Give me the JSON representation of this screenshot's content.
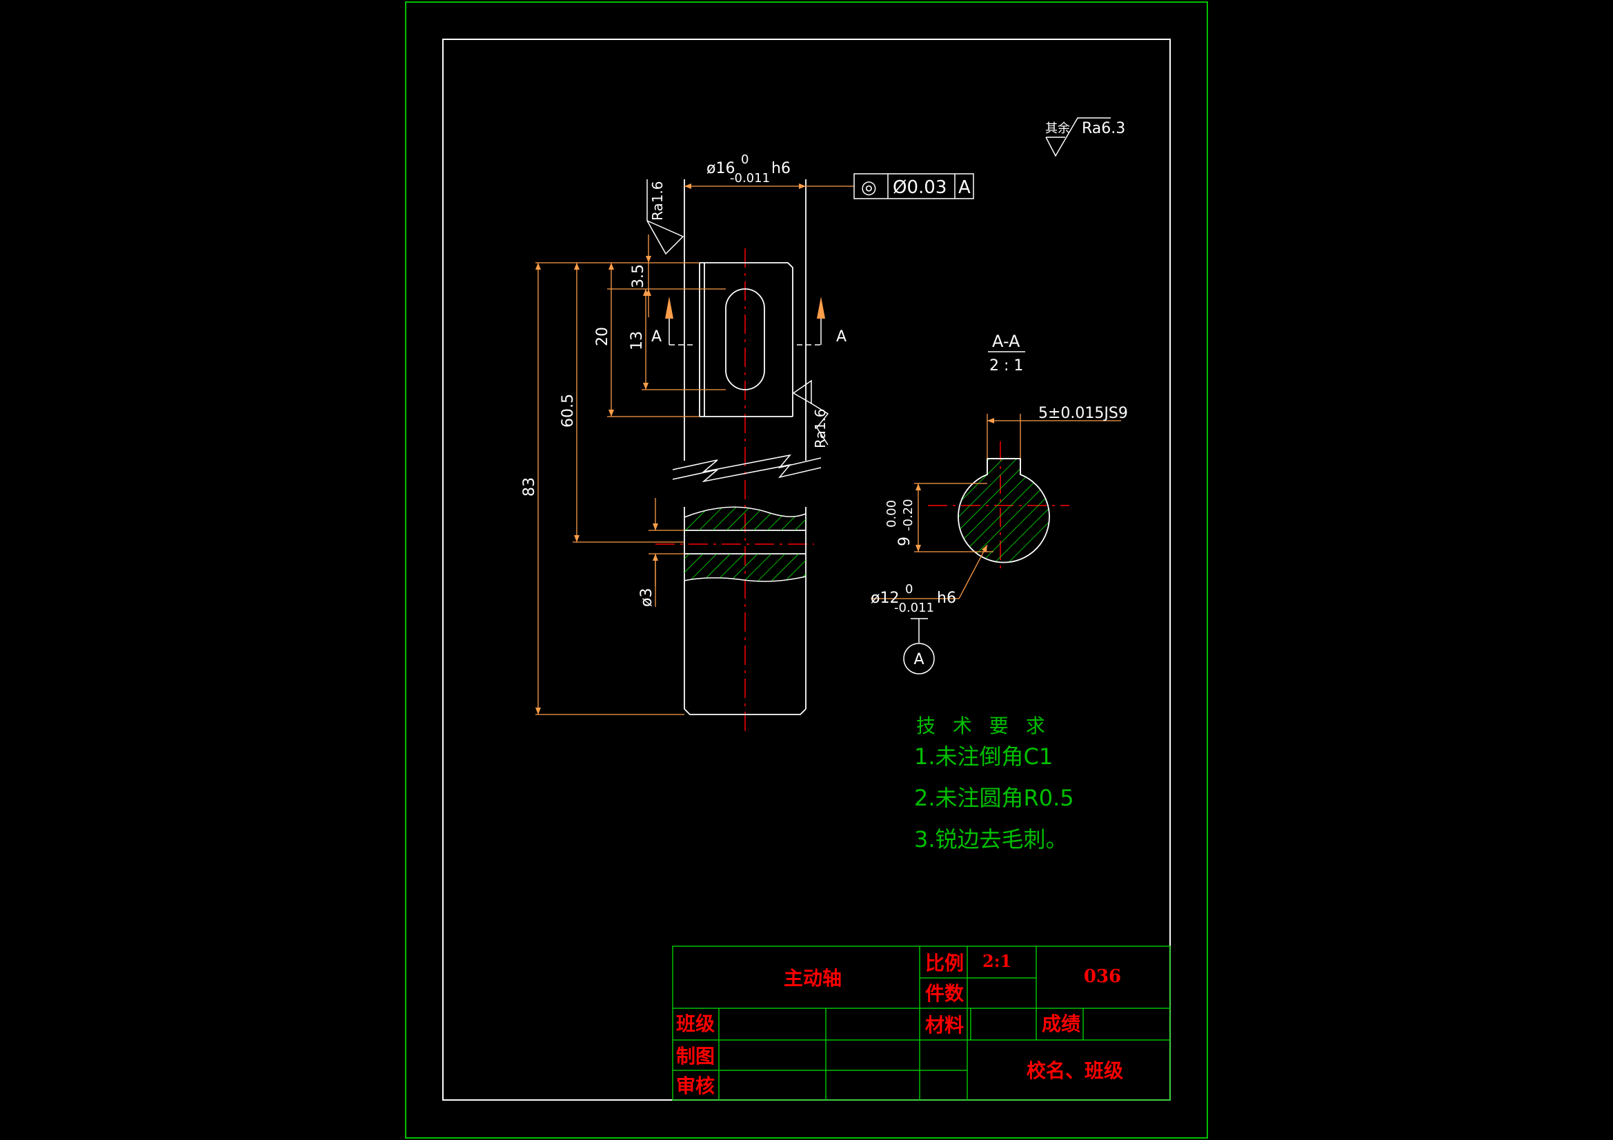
{
  "colors": {
    "background": "#000000",
    "frame": "#00ff00",
    "outline": "#ffffff",
    "dimension": "#ff9e4a",
    "centerline": "#ff0000",
    "hatch": "#00ff00",
    "note": "#00c000",
    "titletext": "#ff0000"
  },
  "roughness": {
    "general_prefix": "其余",
    "general_value": "Ra6.3",
    "top_value": "Ra1.6",
    "keyway_value": "Ra1.6"
  },
  "dimensions": {
    "top_diameter_main": "ø16",
    "top_diameter_upper": "0",
    "top_diameter_lower": "-0.011",
    "top_diameter_fit": "h6",
    "d_3_5": "3.5",
    "d_13": "13",
    "d_20": "20",
    "d_60_5": "60.5",
    "d_83": "83",
    "d_hole": "ø3",
    "section_key_width": "5±0.015JS9",
    "section_depth_main": "9",
    "section_depth_upper": "0.00",
    "section_depth_lower": "-0.20",
    "section_diameter_main": "ø12",
    "section_diameter_upper": "0",
    "section_diameter_lower": "-0.011",
    "section_diameter_fit": "h6"
  },
  "tolerance_frame": {
    "symbol": "◎",
    "value": "Ø0.03",
    "datum": "A"
  },
  "section_marks": {
    "left": "A",
    "right": "A"
  },
  "section_view": {
    "title": "A-A",
    "scale": "2 : 1",
    "datum_label": "A"
  },
  "tech_requirements": {
    "title": "技 术 要 求",
    "items": [
      "1.未注倒角C1",
      "2.未注圆角R0.5",
      "3.锐边去毛刺。"
    ]
  },
  "title_block": {
    "part_name": "主动轴",
    "scale_label": "比例",
    "scale_value": "2:1",
    "qty_label": "件数",
    "drawing_no": "036",
    "class_label": "班级",
    "material_label": "材料",
    "score_label": "成绩",
    "drawn_label": "制图",
    "check_label": "审核",
    "school_label": "校名、班级"
  }
}
